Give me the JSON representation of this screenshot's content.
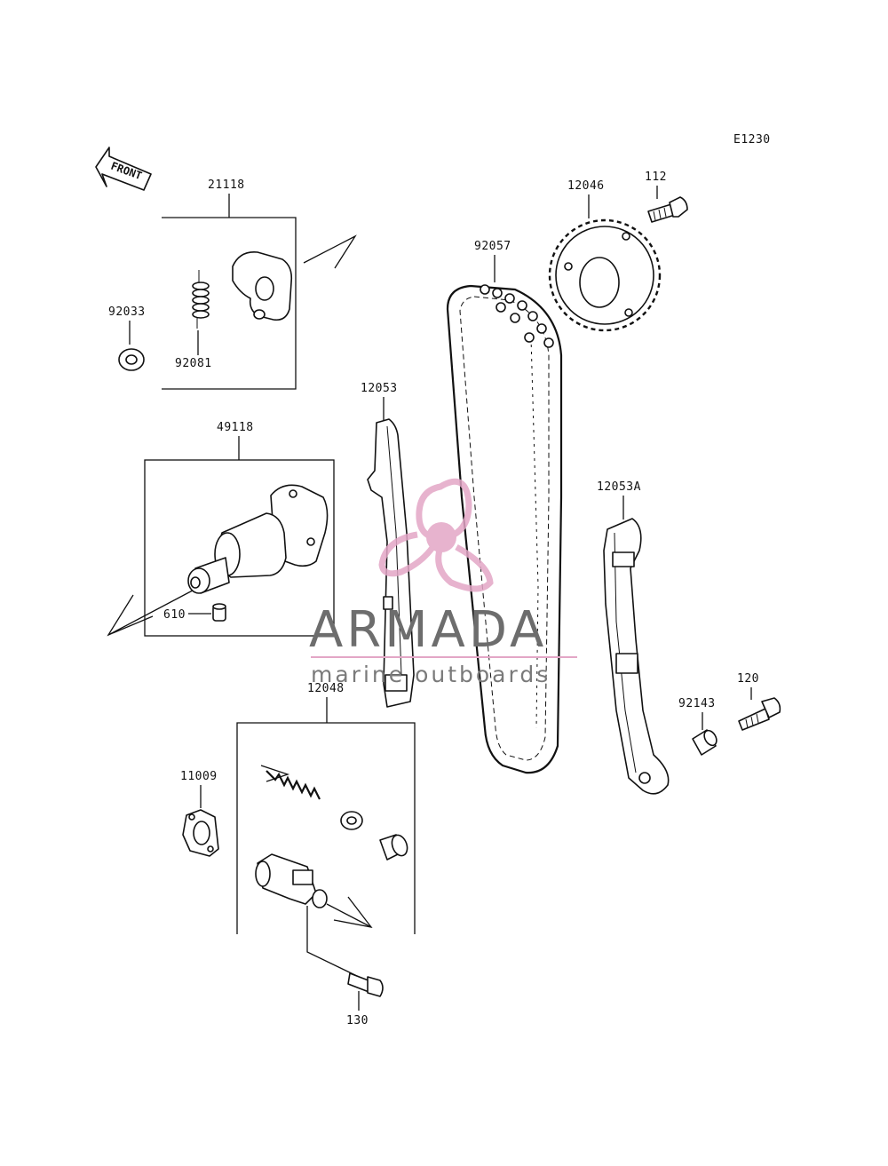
{
  "diagram_code": "E1230",
  "front_label": "FRONT",
  "part_labels": {
    "p21118": "21118",
    "p92033": "92033",
    "p92081": "92081",
    "p49118": "49118",
    "p610": "610",
    "p12053": "12053",
    "p92057": "92057",
    "p12046": "12046",
    "p112": "112",
    "p12053a": "12053A",
    "p92143": "92143",
    "p120": "120",
    "p12048": "12048",
    "p11009": "11009",
    "p130": "130"
  },
  "watermark": {
    "title": "ARMADA",
    "subtitle": "marine outboards",
    "accent_color": "#e3a6c6",
    "text_color": "#6d6d6d"
  }
}
